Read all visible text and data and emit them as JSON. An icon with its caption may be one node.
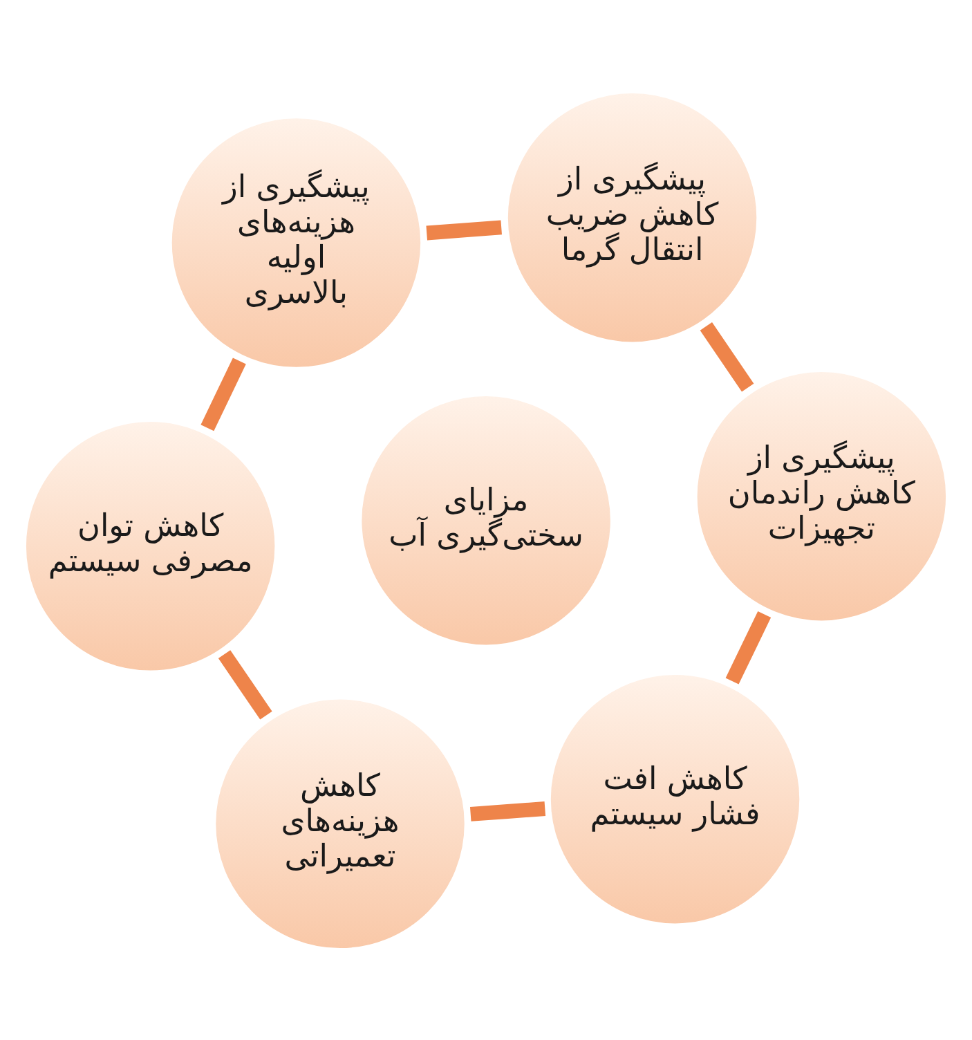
{
  "diagram": {
    "nodes": [
      {
        "text": [
          "کاهش توان مصرفی سیستم"
        ]
      },
      {
        "text": [
          "کاهش هزینه‌های تعمیراتی"
        ]
      },
      {
        "text": [
          "کاهش افت فشار سیستم"
        ]
      },
      {
        "text": [
          "پیشگیری از کاهش راندمان تجهیزات"
        ]
      },
      {
        "text": [
          "پیشگیری از کاهش ضریب انتقال گرما"
        ]
      },
      {
        "text": [
          "پیشگیری از هزینه‌های اولیه بالاسری"
        ]
      },
      {
        "text": [
          "مزایای سختی‌گیری آب"
        ]
      }
    ],
    "edges": [
      {
        "from": 0,
        "to": 1,
        "arrow": "none"
      },
      {
        "from": 1,
        "to": 2,
        "arrow": "none"
      },
      {
        "from": 2,
        "to": 3,
        "arrow": "none"
      },
      {
        "from": 3,
        "to": 4,
        "arrow": "none"
      },
      {
        "from": 4,
        "to": 5,
        "arrow": "none"
      },
      {
        "from": 5,
        "to": 0,
        "arrow": "none"
      }
    ]
  }
}
